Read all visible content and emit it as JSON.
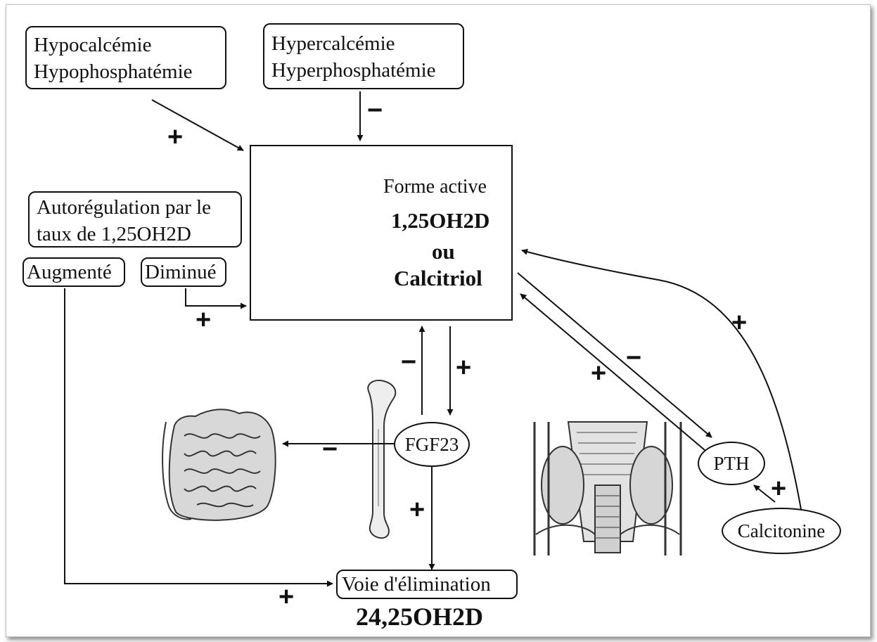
{
  "nodes": {
    "hypo": [
      "Hypocalcémie",
      "Hypophosphatémie"
    ],
    "hyper": [
      "Hypercalcémie",
      "Hyperphosphatémie"
    ],
    "autoreg": [
      "Autorégulation par le",
      "taux de 1,25OH2D"
    ],
    "augmente": "Augmenté",
    "diminue": "Diminué",
    "center": {
      "subtitle": "Forme active",
      "line1": "1,25OH2D",
      "line2": "ou",
      "line3": "Calcitriol"
    },
    "fgf23": "FGF23",
    "pth": "PTH",
    "calcitonine": "Calcitonine",
    "elimination": "Voie d'élimination",
    "metabolite": "24,25OH2D"
  },
  "signs": {
    "hypo_plus": "+",
    "hyper_minus": "−",
    "diminue_plus": "+",
    "fgf23_to_center_minus": "−",
    "center_to_fgf23_plus": "+",
    "fgf23_to_intestine_minus": "−",
    "fgf23_to_elimination_plus": "+",
    "augmente_to_elimination_plus": "+",
    "pth_to_center_plus": "+",
    "center_to_pth_minus": "−",
    "calcitonine_to_center_plus": "+",
    "calcitonine_to_pth_plus": "+"
  },
  "illustrations": [
    "kidney-illustration",
    "intestine-illustration",
    "femur-illustration",
    "parathyroid-illustration"
  ]
}
